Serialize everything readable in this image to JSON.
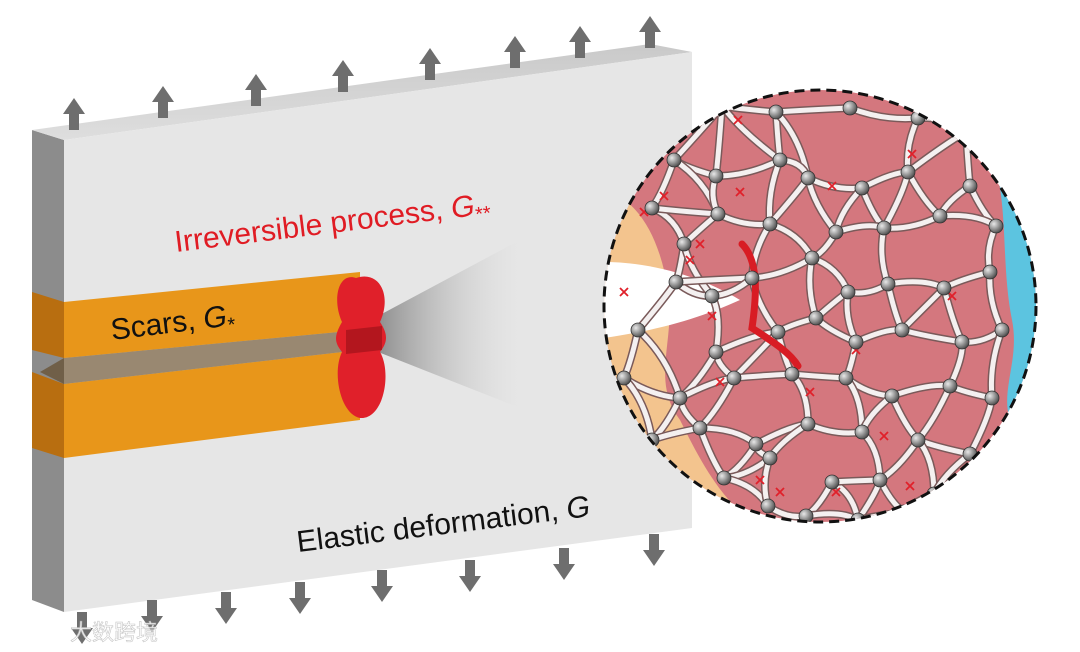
{
  "labels": {
    "irreversible_prefix": "Irreversible process, ",
    "irreversible_symbol": "G",
    "irreversible_subscript": "**",
    "scars_prefix": "Scars, ",
    "scars_symbol": "G",
    "scars_subscript": "*",
    "elastic_prefix": "Elastic deformation, ",
    "elastic_symbol": "G"
  },
  "watermark": {
    "text": "大数跨境"
  },
  "colors": {
    "slab_front": "#e6e6e6",
    "slab_top": "#d4d4d4",
    "slab_side": "#8c8c8c",
    "crack_orange": "#e8961a",
    "process_red": "#e0202a",
    "arrow_gray": "#6e6e6e",
    "network_pink": "#d4777e",
    "network_blue": "#5cc4e0",
    "network_tan": "#f3c48e",
    "label_red": "#e01c24",
    "label_black": "#111111"
  },
  "icons": {
    "arrows": "up-arrow-icon / down-arrow-icon",
    "crosslink": "node-sphere-icon",
    "broken_bond": "red-x-icon"
  }
}
